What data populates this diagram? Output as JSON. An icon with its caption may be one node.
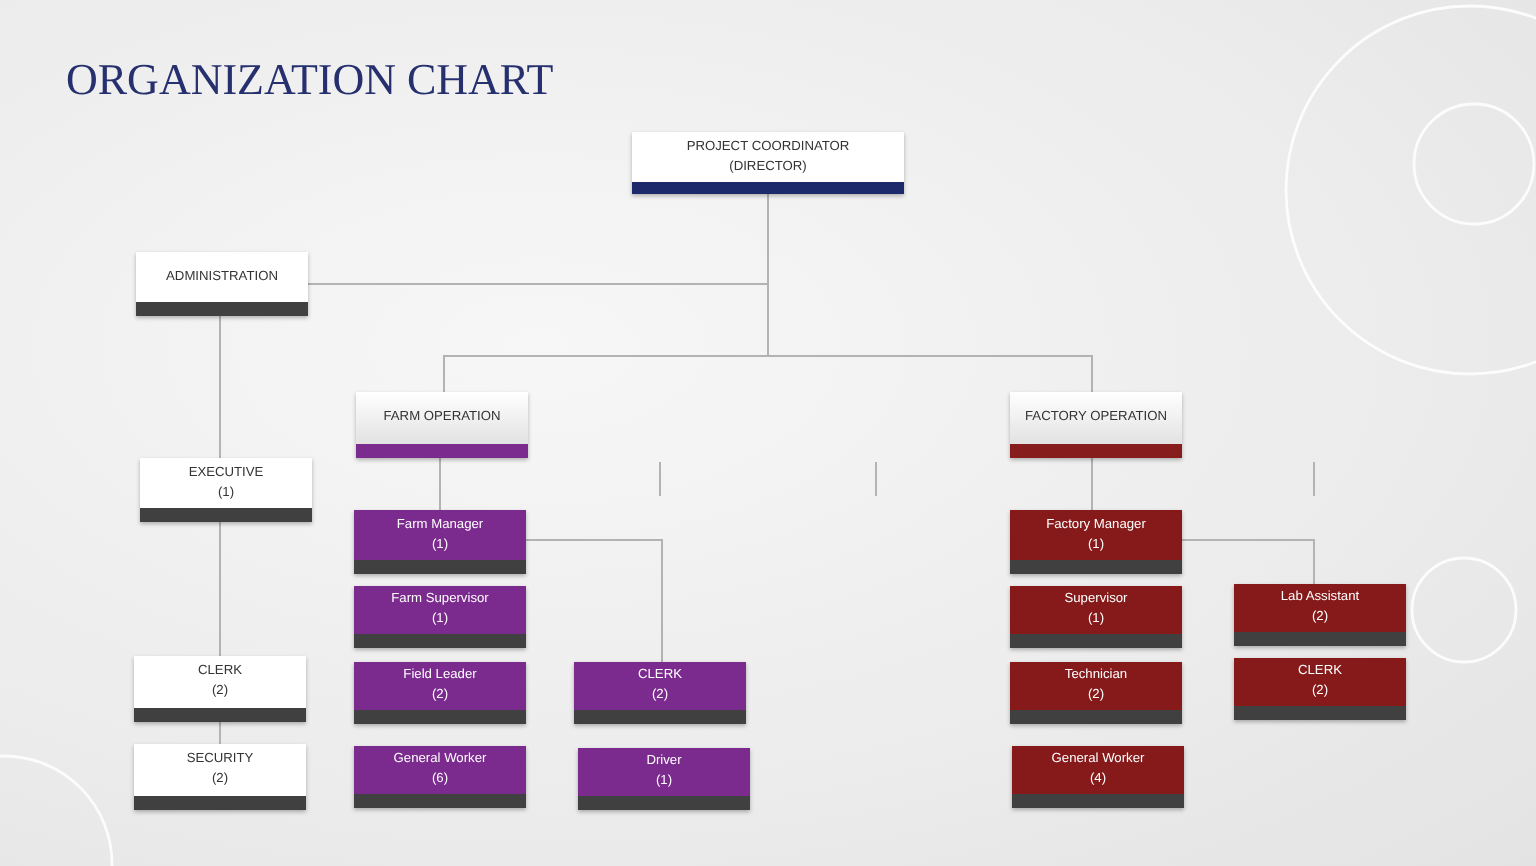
{
  "diagram": {
    "title": "ORGANIZATION CHART",
    "nodes": [
      {
        "text": [
          "PROJECT COORDINATOR",
          "(DIRECTOR)"
        ]
      },
      {
        "text": [
          "ADMINISTRATION"
        ]
      },
      {
        "text": [
          "FARM OPERATION"
        ]
      },
      {
        "text": [
          "FACTORY OPERATION"
        ]
      },
      {
        "text": [
          "EXECUTIVE",
          "(1)"
        ]
      },
      {
        "text": [
          "CLERK",
          "(2)"
        ]
      },
      {
        "text": [
          "SECURITY",
          "(2)"
        ]
      },
      {
        "text": [
          "Farm Manager",
          "(1)"
        ]
      },
      {
        "text": [
          "Farm Supervisor",
          "(1)"
        ]
      },
      {
        "text": [
          "Field Leader",
          "(2)"
        ]
      },
      {
        "text": [
          "General Worker",
          "(6)"
        ]
      },
      {
        "text": [
          "CLERK",
          "(2)"
        ]
      },
      {
        "text": [
          "Driver",
          "(1)"
        ]
      },
      {
        "text": [
          "Factory Manager",
          "(1)"
        ]
      },
      {
        "text": [
          "Supervisor",
          "(1)"
        ]
      },
      {
        "text": [
          "Technician",
          "(2)"
        ]
      },
      {
        "text": [
          "General Worker",
          "(4)"
        ]
      },
      {
        "text": [
          "Lab Assistant",
          "(2)"
        ]
      },
      {
        "text": [
          "CLERK",
          "(2)"
        ]
      }
    ],
    "edges": [
      {
        "from": 0,
        "to": 1,
        "arrow": "none"
      },
      {
        "from": 0,
        "to": 2,
        "arrow": "none"
      },
      {
        "from": 0,
        "to": 3,
        "arrow": "none"
      },
      {
        "from": 1,
        "to": 4,
        "arrow": "none"
      },
      {
        "from": 4,
        "to": 5,
        "arrow": "none"
      },
      {
        "from": 5,
        "to": 6,
        "arrow": "none"
      },
      {
        "from": 2,
        "to": 7,
        "arrow": "none"
      },
      {
        "from": 3,
        "to": 13,
        "arrow": "none"
      },
      {
        "from": 7,
        "to": 11,
        "arrow": "none"
      },
      {
        "from": 13,
        "to": 17,
        "arrow": "none"
      }
    ]
  }
}
